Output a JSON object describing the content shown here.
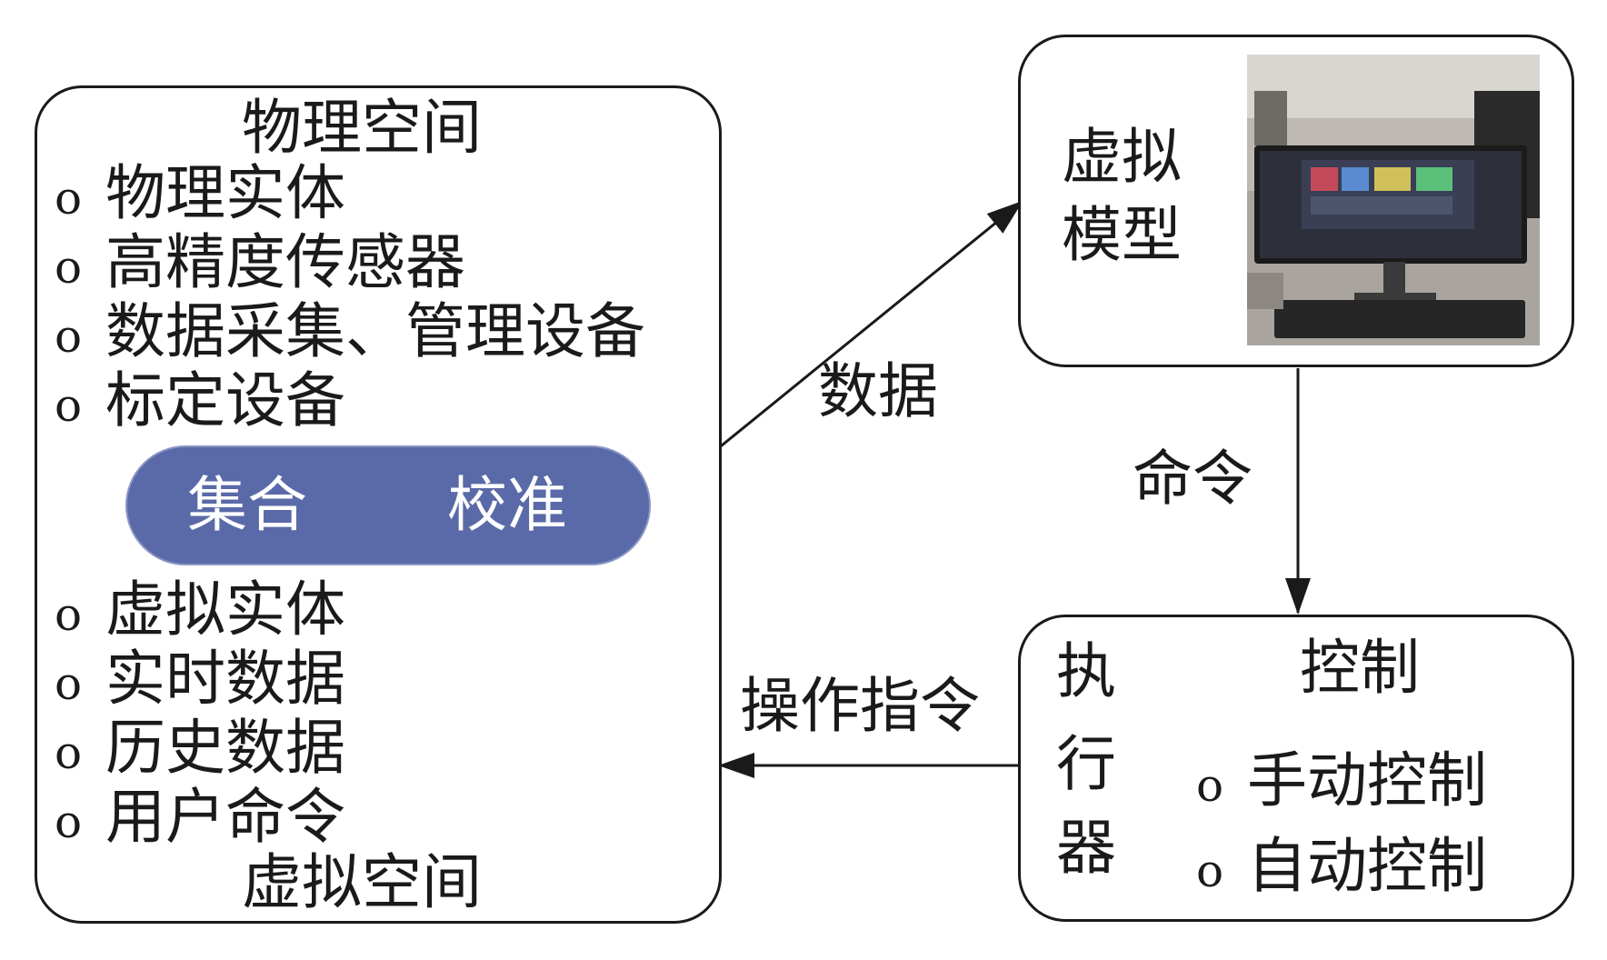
{
  "physical_virtual_box": {
    "top_title": "物理空间",
    "physical_items": [
      "物理实体",
      "高精度传感器",
      "数据采集、管理设备",
      "标定设备"
    ],
    "pill_left": "集合",
    "pill_right": "校准",
    "virtual_items": [
      "虚拟实体",
      "实时数据",
      "历史数据",
      "用户命令"
    ],
    "bottom_title": "虚拟空间",
    "bullet": "o"
  },
  "virtual_model_box": {
    "label_line1": "虚拟",
    "label_line2": "模型"
  },
  "executor_box": {
    "label_chars": [
      "执",
      "行",
      "器"
    ],
    "title": "控制",
    "items": [
      "手动控制",
      "自动控制"
    ]
  },
  "arrows": {
    "data_label": "数据",
    "command_label": "命令",
    "operation_label": "操作指令"
  },
  "colors": {
    "pill_fill": "#5a6aa8",
    "stroke": "#1a1a1a"
  }
}
